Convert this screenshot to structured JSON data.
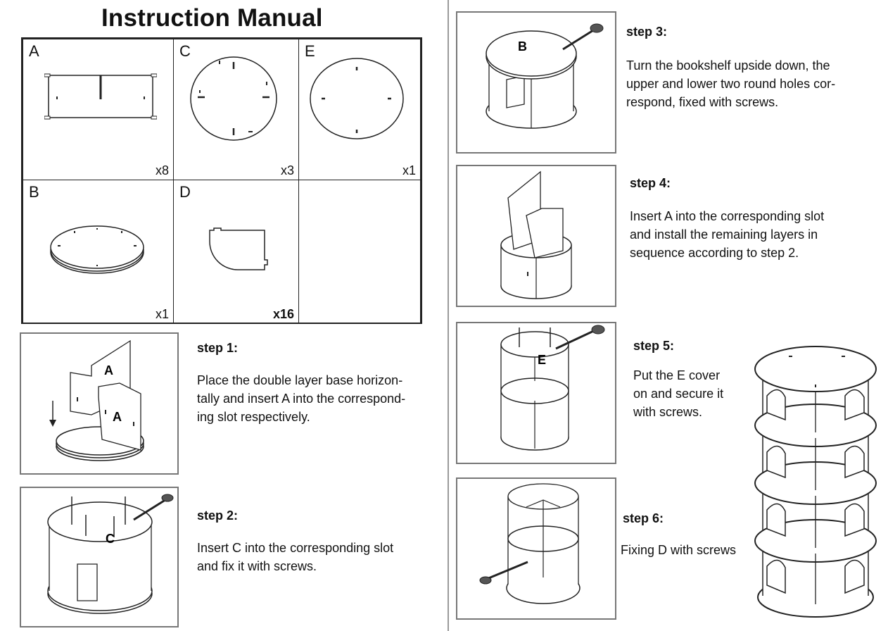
{
  "title": "Instruction Manual",
  "parts": [
    {
      "letter": "A",
      "qty": "x8"
    },
    {
      "letter": "C",
      "qty": "x3"
    },
    {
      "letter": "E",
      "qty": "x1"
    },
    {
      "letter": "B",
      "qty": "x1"
    },
    {
      "letter": "D",
      "qty": "x16"
    }
  ],
  "steps": [
    {
      "heading": "step 1:",
      "text": "Place the double layer base horizon-\ntally and insert A into the correspond-\ning slot respectively.",
      "labels": [
        "A",
        "A"
      ]
    },
    {
      "heading": "step 2:",
      "text": "Insert C into the corresponding slot\nand fix it with screws.",
      "labels": [
        "C"
      ]
    },
    {
      "heading": "step 3:",
      "text": "Turn the bookshelf upside down, the\nupper and lower two round holes cor-\nrespond, fixed with screws.",
      "labels": [
        "B"
      ]
    },
    {
      "heading": "step 4:",
      "text": "Insert A into the corresponding slot\nand install the remaining layers in\nsequence according to step 2."
    },
    {
      "heading": "step 5:",
      "text": "Put the E cover\non and secure it\nwith screws.",
      "labels": [
        "E"
      ]
    },
    {
      "heading": "step 6:",
      "text": "Fixing D with screws"
    }
  ]
}
